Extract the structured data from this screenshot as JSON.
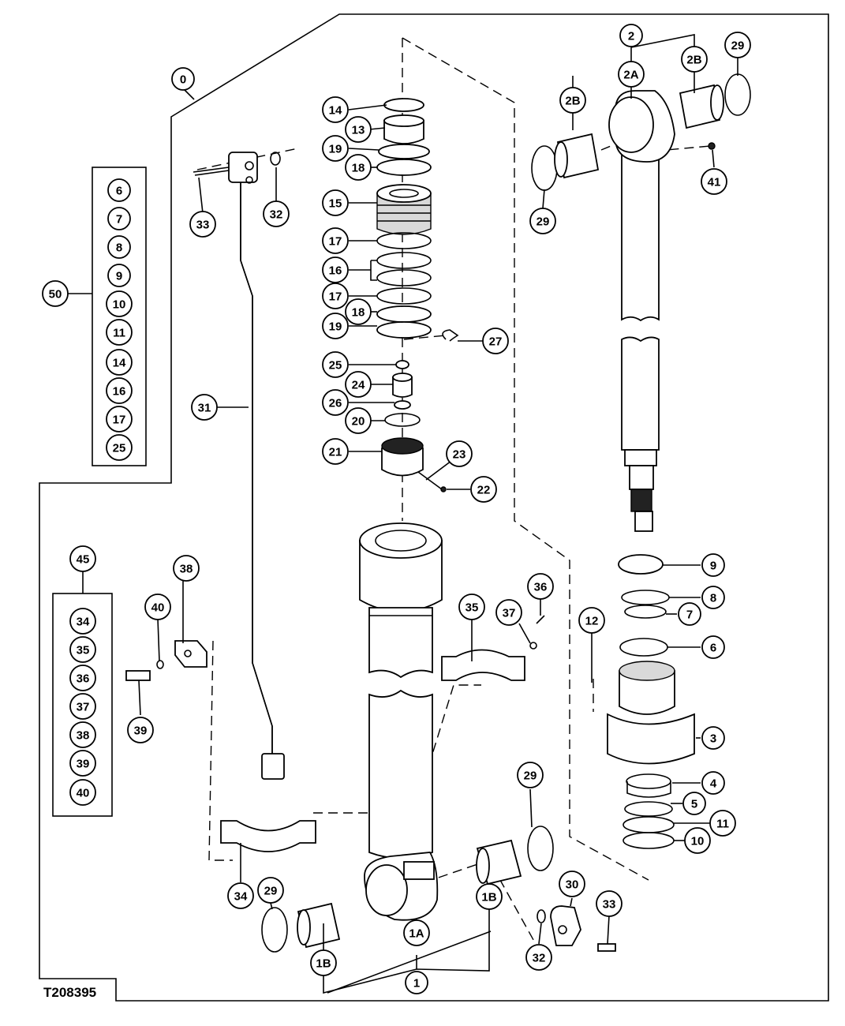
{
  "figure": {
    "id_label": "T208395"
  },
  "callouts": [
    {
      "key": "c0",
      "text": "0"
    },
    {
      "key": "c50",
      "text": "50"
    },
    {
      "key": "k50_6",
      "text": "6"
    },
    {
      "key": "k50_7",
      "text": "7"
    },
    {
      "key": "k50_8",
      "text": "8"
    },
    {
      "key": "k50_9",
      "text": "9"
    },
    {
      "key": "k50_10",
      "text": "10"
    },
    {
      "key": "k50_11",
      "text": "11"
    },
    {
      "key": "k50_14",
      "text": "14"
    },
    {
      "key": "k50_16",
      "text": "16"
    },
    {
      "key": "k50_17",
      "text": "17"
    },
    {
      "key": "k50_25",
      "text": "25"
    },
    {
      "key": "c45",
      "text": "45"
    },
    {
      "key": "k45_34",
      "text": "34"
    },
    {
      "key": "k45_35",
      "text": "35"
    },
    {
      "key": "k45_36",
      "text": "36"
    },
    {
      "key": "k45_37",
      "text": "37"
    },
    {
      "key": "k45_38",
      "text": "38"
    },
    {
      "key": "k45_39",
      "text": "39"
    },
    {
      "key": "k45_40",
      "text": "40"
    },
    {
      "key": "c33a",
      "text": "33"
    },
    {
      "key": "c32a",
      "text": "32"
    },
    {
      "key": "c31",
      "text": "31"
    },
    {
      "key": "c14",
      "text": "14"
    },
    {
      "key": "c13",
      "text": "13"
    },
    {
      "key": "c19a",
      "text": "19"
    },
    {
      "key": "c18a",
      "text": "18"
    },
    {
      "key": "c15",
      "text": "15"
    },
    {
      "key": "c17a",
      "text": "17"
    },
    {
      "key": "c16",
      "text": "16"
    },
    {
      "key": "c17b",
      "text": "17"
    },
    {
      "key": "c18b",
      "text": "18"
    },
    {
      "key": "c19b",
      "text": "19"
    },
    {
      "key": "c27",
      "text": "27"
    },
    {
      "key": "c25",
      "text": "25"
    },
    {
      "key": "c24",
      "text": "24"
    },
    {
      "key": "c26",
      "text": "26"
    },
    {
      "key": "c20",
      "text": "20"
    },
    {
      "key": "c21",
      "text": "21"
    },
    {
      "key": "c23",
      "text": "23"
    },
    {
      "key": "c22",
      "text": "22"
    },
    {
      "key": "c2",
      "text": "2"
    },
    {
      "key": "c2A",
      "text": "2A"
    },
    {
      "key": "c2Ba",
      "text": "2B"
    },
    {
      "key": "c2Bb",
      "text": "2B"
    },
    {
      "key": "c29a",
      "text": "29"
    },
    {
      "key": "c29b",
      "text": "29"
    },
    {
      "key": "c41",
      "text": "41"
    },
    {
      "key": "c9",
      "text": "9"
    },
    {
      "key": "c8",
      "text": "8"
    },
    {
      "key": "c7",
      "text": "7"
    },
    {
      "key": "c6",
      "text": "6"
    },
    {
      "key": "c12",
      "text": "12"
    },
    {
      "key": "c3",
      "text": "3"
    },
    {
      "key": "c4",
      "text": "4"
    },
    {
      "key": "c5",
      "text": "5"
    },
    {
      "key": "c11",
      "text": "11"
    },
    {
      "key": "c10",
      "text": "10"
    },
    {
      "key": "c38",
      "text": "38"
    },
    {
      "key": "c40",
      "text": "40"
    },
    {
      "key": "c39",
      "text": "39"
    },
    {
      "key": "c35",
      "text": "35"
    },
    {
      "key": "c37",
      "text": "37"
    },
    {
      "key": "c36",
      "text": "36"
    },
    {
      "key": "c34",
      "text": "34"
    },
    {
      "key": "c29c",
      "text": "29"
    },
    {
      "key": "c29d",
      "text": "29"
    },
    {
      "key": "c1B_a",
      "text": "1B"
    },
    {
      "key": "c1B_b",
      "text": "1B"
    },
    {
      "key": "c1A",
      "text": "1A"
    },
    {
      "key": "c1",
      "text": "1"
    },
    {
      "key": "c30",
      "text": "30"
    },
    {
      "key": "c33b",
      "text": "33"
    },
    {
      "key": "c32b",
      "text": "32"
    }
  ]
}
